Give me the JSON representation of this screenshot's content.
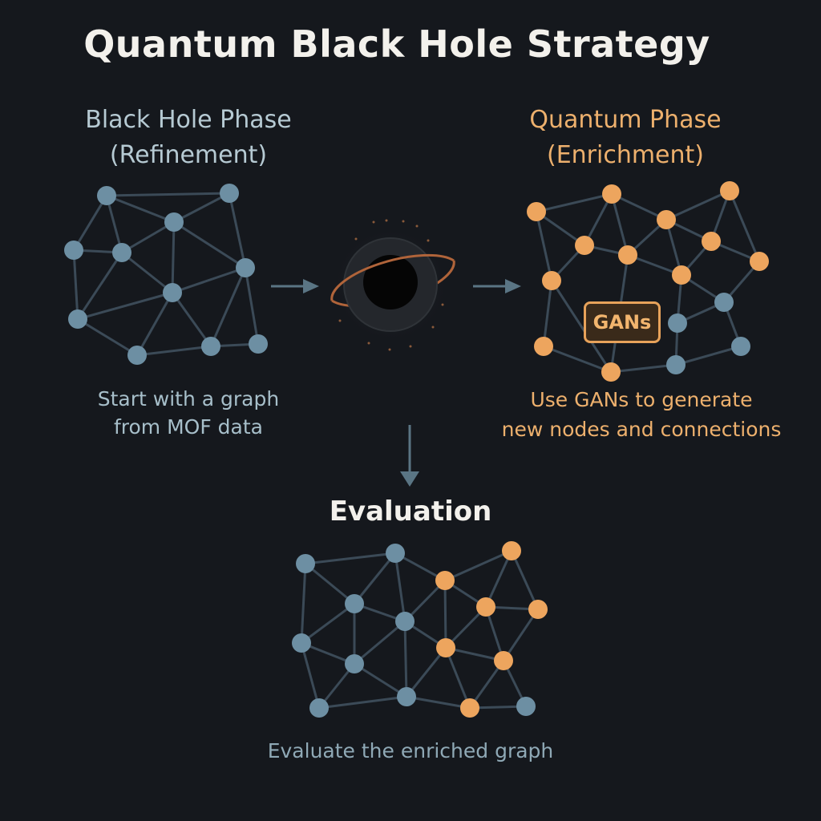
{
  "title": "Quantum Black Hole Strategy",
  "black_hole_phase": {
    "title_line1": "Black Hole Phase",
    "title_line2": "(Refinement)",
    "desc_line1": "Start with a graph",
    "desc_line2": "from MOF data"
  },
  "quantum_phase": {
    "title_line1": "Quantum Phase",
    "title_line2": "(Enrichment)",
    "badge": "GANs",
    "desc_line1": "Use GANs to generate",
    "desc_line2": "new nodes and connections"
  },
  "evaluation": {
    "title": "Evaluation",
    "desc": "Evaluate the enriched graph"
  },
  "colors": {
    "background": "#15181d",
    "blue_node": "#6d8fa3",
    "orange_node": "#eda55e",
    "edge": "#3b4a57",
    "arrow": "#5a7584",
    "black_hole_ring": "#b0643a"
  },
  "icons": [
    "black-hole-icon",
    "arrow-right-icon",
    "arrow-down-icon"
  ]
}
